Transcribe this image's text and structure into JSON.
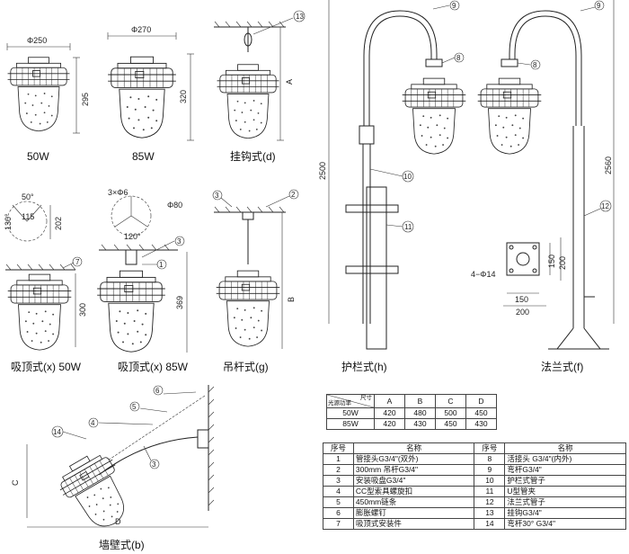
{
  "labels": {
    "w50": "50W",
    "w85": "85W",
    "hook": "挂钩式(d)",
    "ceil50": "吸顶式(x)  50W",
    "ceil85": "吸顶式(x)  85W",
    "pole": "吊杆式(g)",
    "rail": "护栏式(h)",
    "flange": "法兰式(f)",
    "wall": "墙壁式(b)"
  },
  "dims": {
    "d250": "Φ250",
    "d270": "Φ270",
    "h295": "295",
    "h320": "320",
    "A": "A",
    "B": "B",
    "C": "C",
    "D": "D",
    "ang50": "50°",
    "w115": "115",
    "ang130": "130°",
    "h202": "202",
    "h300": "300",
    "holes": "3×Φ6",
    "d80": "Φ80",
    "ang120": "120°",
    "h369": "369",
    "h2500": "2500",
    "h2560": "2560",
    "holes4": "4−Φ14",
    "f150a": "150",
    "f200a": "200",
    "f150b": "150",
    "f200b": "200"
  },
  "callouts": [
    "1",
    "2",
    "3",
    "4",
    "5",
    "6",
    "7",
    "8",
    "9",
    "10",
    "11",
    "12",
    "13",
    "14"
  ],
  "spec_table": {
    "corner_top": "尺寸",
    "corner_bottom": "光源功率",
    "columns": [
      "A",
      "B",
      "C",
      "D"
    ],
    "rows": [
      {
        "power": "50W",
        "values": [
          "420",
          "480",
          "500",
          "450"
        ]
      },
      {
        "power": "85W",
        "values": [
          "420",
          "430",
          "450",
          "430"
        ]
      }
    ]
  },
  "parts_table": {
    "headers": [
      "序号",
      "名称",
      "序号",
      "名称"
    ],
    "rows": [
      [
        "1",
        "管接头G3/4\"(双外)",
        "8",
        "活接头 G3/4\"(内外)"
      ],
      [
        "2",
        "300mm 吊杆G3/4\"",
        "9",
        "弯杆G3/4\""
      ],
      [
        "3",
        "安装吸盘G3/4\"",
        "10",
        "护栏式管子"
      ],
      [
        "4",
        "CC型索具螺旋扣",
        "11",
        "U型管夹"
      ],
      [
        "5",
        "450mm链条",
        "12",
        "法兰式管子"
      ],
      [
        "6",
        "膨胀螺钉",
        "13",
        "挂钩G3/4\""
      ],
      [
        "7",
        "吸顶式安装件",
        "14",
        "弯杆30° G3/4\""
      ]
    ]
  }
}
